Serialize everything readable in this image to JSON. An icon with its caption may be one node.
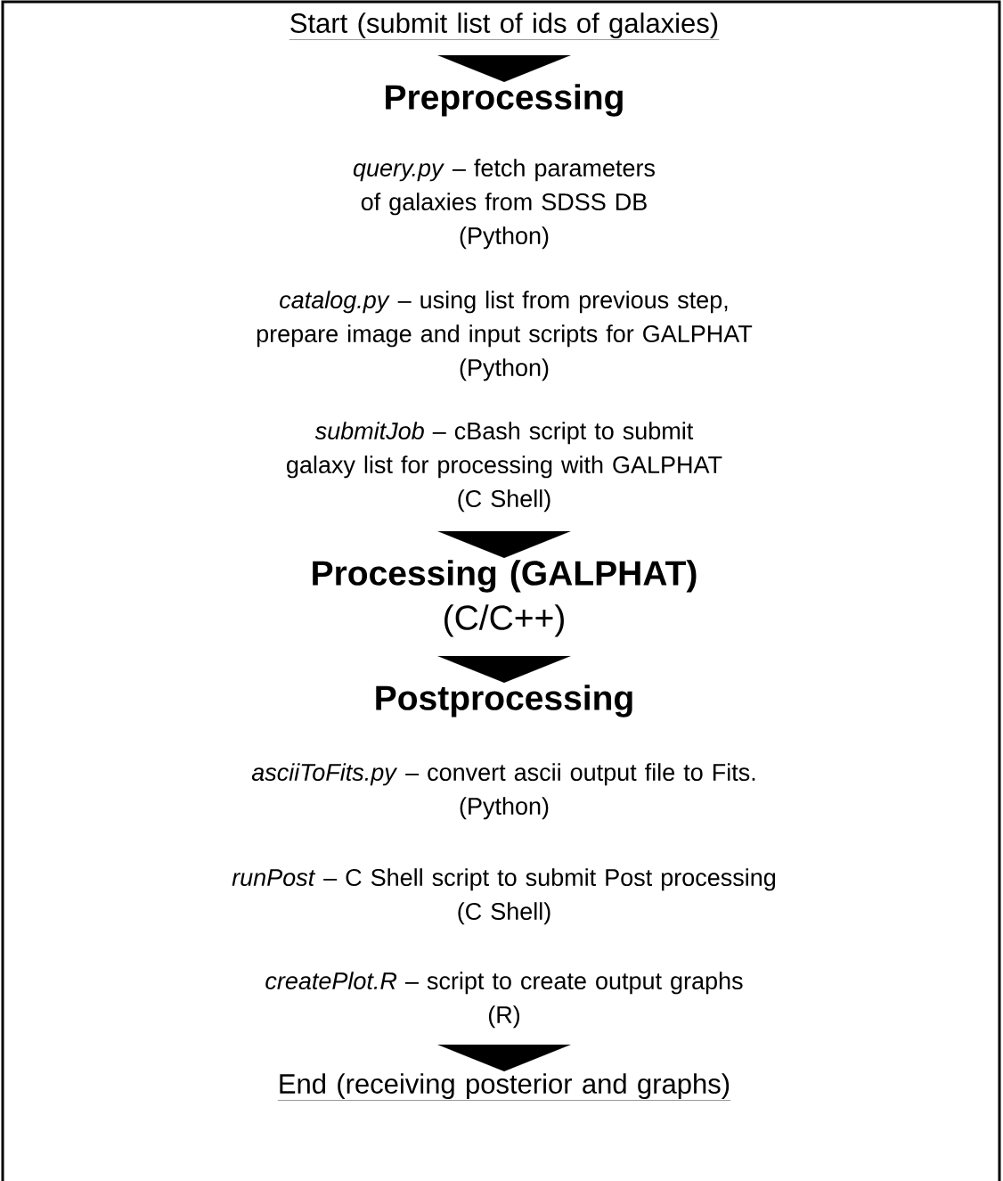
{
  "diagram": {
    "nodes": [
      {
        "text": [
          "Start (submit list of ids of galaxies)"
        ]
      },
      {
        "text": [
          "Preprocessing"
        ]
      },
      {
        "text": [
          "*query.py* – fetch parameters of galaxies from SDSS DB",
          "(Python)"
        ]
      },
      {
        "text": [
          "*catalog.py* – using list from previous step, prepare image and input scripts for GALPHAT",
          "(Python)"
        ]
      },
      {
        "text": [
          "*submitJob* – cBash script to submit galaxy list for processing with GALPHAT",
          "(C Shell)"
        ]
      },
      {
        "text": [
          "Processing (GALPHAT)",
          "(C/C++)"
        ]
      },
      {
        "text": [
          "Postprocessing"
        ]
      },
      {
        "text": [
          "*asciiToFits.py* – convert ascii output file to Fits.",
          "(Python)"
        ]
      },
      {
        "text": [
          "*runPost* – C Shell script to submit Post processing",
          "(C Shell)"
        ]
      },
      {
        "text": [
          "*createPlot.R* – script to create output graphs",
          "(R)"
        ]
      },
      {
        "text": [
          "End (receiving posterior and graphs)"
        ]
      }
    ],
    "edges": [
      {
        "from": 0,
        "to": 1,
        "arrow": "to"
      },
      {
        "from": 4,
        "to": 5,
        "arrow": "to"
      },
      {
        "from": 5,
        "to": 6,
        "arrow": "to"
      },
      {
        "from": 9,
        "to": 10,
        "arrow": "to"
      }
    ]
  }
}
